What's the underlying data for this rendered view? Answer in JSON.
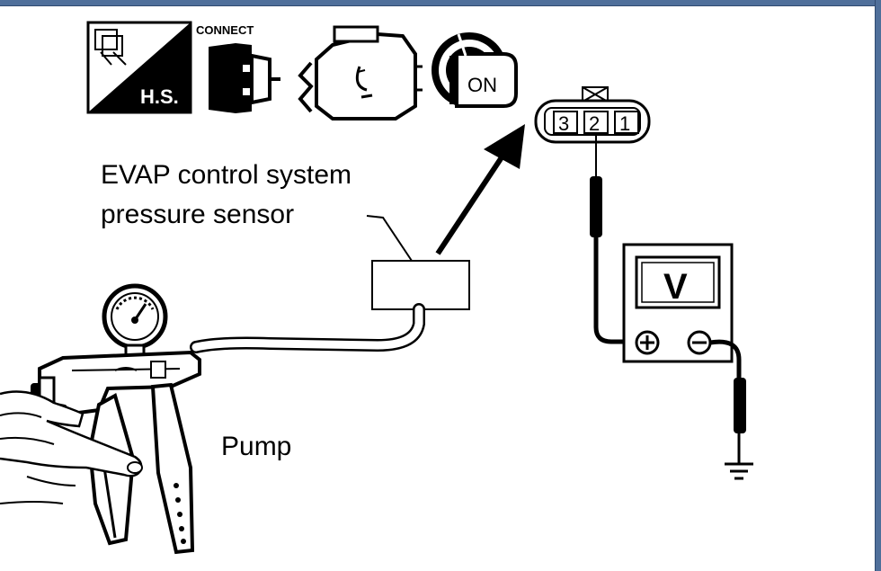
{
  "icons": {
    "hs_label": "H.S.",
    "connect_label": "CONNECT",
    "ignition_label": "ON"
  },
  "connector": {
    "pins": [
      "3",
      "2",
      "1"
    ]
  },
  "labels": {
    "sensor_line1": "EVAP control system",
    "sensor_line2": "pressure sensor",
    "pump": "Pump",
    "voltmeter": "V",
    "plus": "+",
    "minus": "−"
  },
  "colors": {
    "frame": "#4f6f9a",
    "ink": "#000000"
  }
}
